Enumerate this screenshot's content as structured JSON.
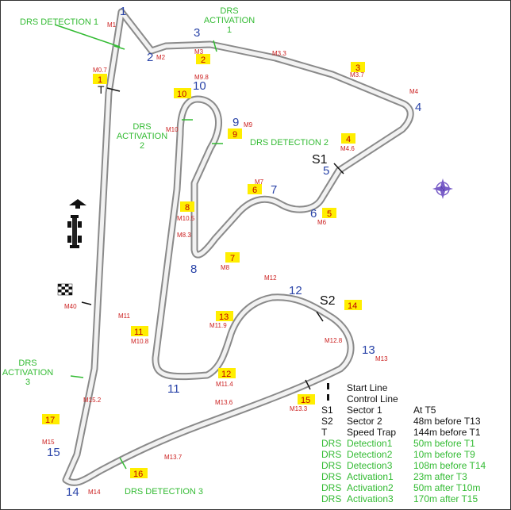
{
  "colors": {
    "turn_number": "#2a44a8",
    "marker_text": "#cc2222",
    "drs_text": "#33bb33",
    "badge_fill": "#ffee00",
    "badge_text": "#c00000",
    "track_edge": "#8a8a8a",
    "track_surface": "#f2f2f2",
    "legend_text": "#111111"
  },
  "icons": {
    "finish_flag": "checkered-flag-icon",
    "car": "race-car-icon",
    "pit_marker": "pit-arrow-icon",
    "compass": "north-compass-icon",
    "legend_start": "start-line-icon",
    "legend_control": "control-line-icon"
  },
  "turns": [
    "1",
    "2",
    "3",
    "4",
    "5",
    "6",
    "7",
    "8",
    "9",
    "10",
    "11",
    "12",
    "13",
    "14",
    "15"
  ],
  "badges": [
    "1",
    "2",
    "3",
    "4",
    "5",
    "6",
    "7",
    "8",
    "9",
    "10",
    "11",
    "12",
    "13",
    "14",
    "15",
    "16",
    "17"
  ],
  "markers": [
    "M1",
    "M2",
    "M3",
    "M3.3",
    "M3.7",
    "M4",
    "M4.6",
    "M6",
    "M7",
    "M8",
    "M8.3",
    "M9",
    "M9.8",
    "M10",
    "M10.5",
    "M10.8",
    "M11",
    "M11.4",
    "M11.9",
    "M12",
    "M12.8",
    "M13",
    "M13.3",
    "M13.6",
    "M13.7",
    "M14",
    "M15",
    "M15.2",
    "M40",
    "M0.7"
  ],
  "drs_labels": {
    "detection1": "DRS DETECTION 1",
    "detection2": "DRS DETECTION 2",
    "detection3": "DRS DETECTION 3",
    "activation1": [
      "DRS",
      "ACTIVATION",
      "1"
    ],
    "activation2": [
      "DRS",
      "ACTIVATION",
      "2"
    ],
    "activation3": [
      "DRS",
      "ACTIVATION",
      "3"
    ]
  },
  "track_letters": {
    "s1": "S1",
    "s2": "S2",
    "t": "T"
  },
  "legend": [
    {
      "key": "",
      "label": "Start Line",
      "value": "",
      "green": false
    },
    {
      "key": "",
      "label": "Control Line",
      "value": "",
      "green": false
    },
    {
      "key": "S1",
      "label": "Sector 1",
      "value": "At T5",
      "green": false
    },
    {
      "key": "S2",
      "label": "Sector 2",
      "value": "48m before T13",
      "green": false
    },
    {
      "key": "T",
      "label": "Speed Trap",
      "value": "144m before T1",
      "green": false
    },
    {
      "key": "DRS",
      "label": "Detection1",
      "value": "50m before T1",
      "green": true
    },
    {
      "key": "DRS",
      "label": "Detection2",
      "value": "10m before T9",
      "green": true
    },
    {
      "key": "DRS",
      "label": "Detection3",
      "value": "108m before T14",
      "green": true
    },
    {
      "key": "DRS",
      "label": "Activation1",
      "value": "23m after T3",
      "green": true
    },
    {
      "key": "DRS",
      "label": "Activation2",
      "value": "50m after T10m",
      "green": true
    },
    {
      "key": "DRS",
      "label": "Activation3",
      "value": "170m after T15",
      "green": true
    }
  ]
}
